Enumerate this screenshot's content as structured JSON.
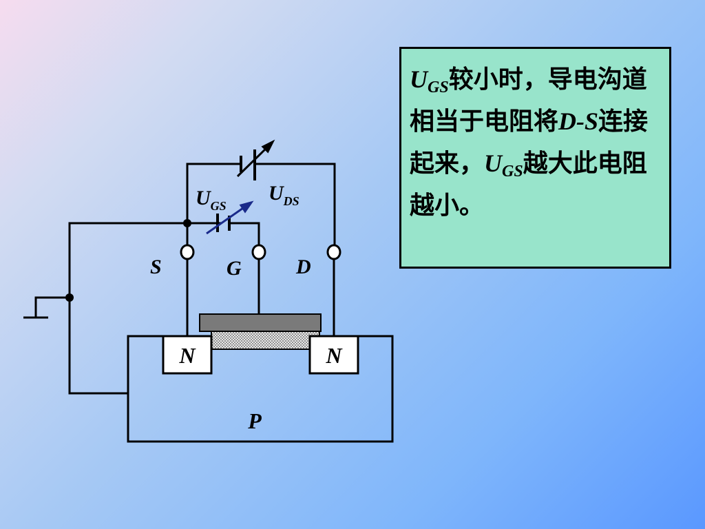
{
  "diagram": {
    "terminals": {
      "source": "S",
      "gate": "G",
      "drain": "D"
    },
    "sources": {
      "gate_source_voltage": {
        "base": "U",
        "sub": "GS"
      },
      "drain_source_voltage": {
        "base": "U",
        "sub": "DS"
      }
    },
    "regions": {
      "source_region": "N",
      "drain_region": "N",
      "substrate": "P"
    }
  },
  "note": {
    "segments": [
      {
        "text": "U",
        "italic": true
      },
      {
        "text": "GS",
        "italic": true,
        "sub": true
      },
      {
        "text": "较小时，导电沟道相当于电阻将"
      },
      {
        "text": "D-S",
        "italic": true
      },
      {
        "text": "连接起来，"
      },
      {
        "text": "U",
        "italic": true
      },
      {
        "text": "GS",
        "italic": true,
        "sub": true
      },
      {
        "text": "越大此电阻越小。"
      }
    ]
  },
  "colors": {
    "wire": "#000000",
    "gate_metal": "#7a7a7a",
    "oxide": "#cfcfcf",
    "note_bg": "#98e4cb",
    "source_arrow": "#1a2a8a"
  }
}
